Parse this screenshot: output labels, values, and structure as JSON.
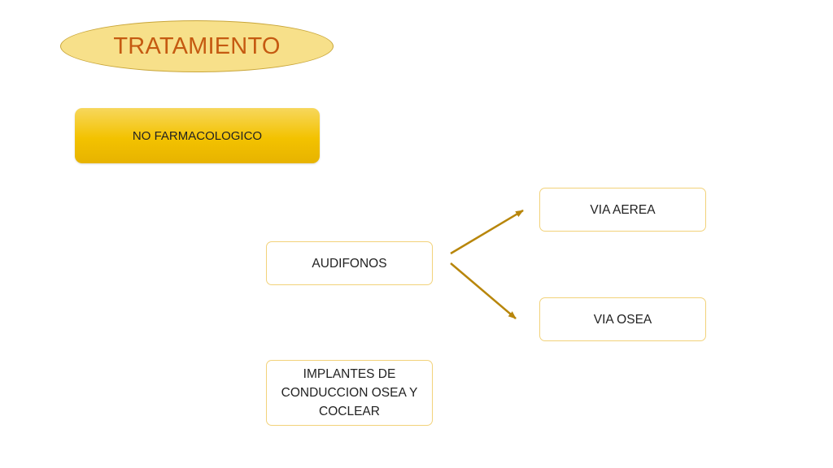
{
  "title": "TRATAMIENTO",
  "main_category": "NO FARMACOLOGICO",
  "nodes": {
    "audifonos": "AUDIFONOS",
    "implantes": "IMPLANTES DE CONDUCCION OSEA Y COCLEAR",
    "via_aerea": "VIA AEREA",
    "via_osea": "VIA OSEA"
  },
  "colors": {
    "title_fill": "#f7e08a",
    "title_text": "#c55a11",
    "main_box": "#f3c200",
    "node_border": "#f2d27a",
    "arrow": "#b8860b"
  }
}
